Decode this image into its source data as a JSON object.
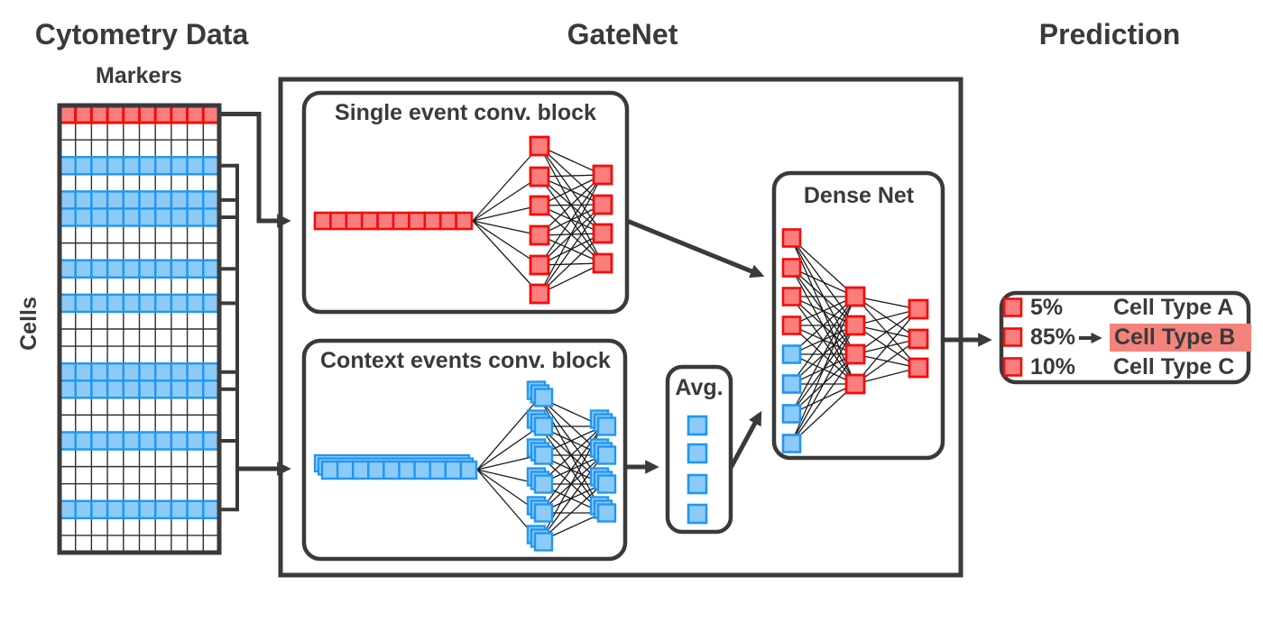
{
  "titles": {
    "left": "Cytometry Data",
    "center": "GateNet",
    "right": "Prediction"
  },
  "matrix": {
    "markers_label": "Markers",
    "cells_label": "Cells",
    "columns": 10,
    "rows": 26,
    "selected_event_row": 1,
    "context_event_rows": [
      4,
      6,
      7,
      10,
      12,
      16,
      17,
      20,
      24
    ]
  },
  "blocks": {
    "single": {
      "title": "Single event conv. block",
      "input_cells": 10,
      "hidden_units": 6,
      "output_units": 4
    },
    "context": {
      "title": "Context events conv. block",
      "input_cells": 10,
      "hidden_units": 6,
      "output_units": 4,
      "stack_depth": 3
    },
    "avg": {
      "title": "Avg.",
      "units": 4
    },
    "dense": {
      "title": "Dense Net",
      "input_red_units": 4,
      "input_blue_units": 4,
      "hidden_units": 4,
      "output_units": 3
    }
  },
  "prediction": {
    "rows": [
      {
        "prob": "5%",
        "label": "Cell Type A",
        "highlight": false
      },
      {
        "prob": "85%",
        "label": "Cell Type B",
        "highlight": true
      },
      {
        "prob": "10%",
        "label": "Cell Type C",
        "highlight": false
      }
    ]
  },
  "colors": {
    "dark": "#3a3a3a",
    "thin_line": "#1a1a1a",
    "grid_line": "#2e2e2e",
    "red_fill": "#fa7e7e",
    "red_stroke": "#f20d0d",
    "blue_fill": "#8ccbf8",
    "blue_stroke": "#2196f3",
    "highlight": "#f5837d",
    "white": "#ffffff"
  }
}
